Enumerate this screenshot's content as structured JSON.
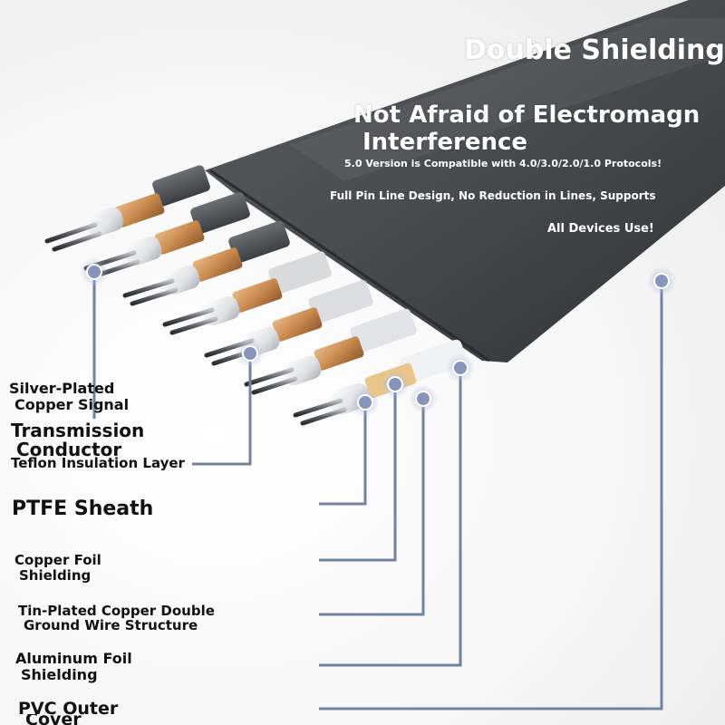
{
  "headline": {
    "title": "Double Shielding",
    "line1": "Not Afraid of Electromagn",
    "line2": "Interference"
  },
  "features": {
    "compat": "5.0 Version is Compatible with 4.0/3.0/2.0/1.0 Protocols!",
    "pins": "Full Pin Line Design, No Reduction in Lines, Supports",
    "devices": "All Devices Use!"
  },
  "labels": {
    "signal_line1": "Silver-Plated",
    "signal_line2": "Copper Signal",
    "conductor_line1": "Transmission",
    "conductor_line2": "Conductor",
    "teflon": "Teflon Insulation Layer",
    "ptfe": "PTFE Sheath",
    "copper_foil_line1": "Copper Foil",
    "copper_foil_line2": "Shielding",
    "ground_line1": "Tin-Plated Copper Double",
    "ground_line2": "Ground Wire Structure",
    "alu_line1": "Aluminum Foil",
    "alu_line2": "Shielding",
    "pvc_line1": "PVC Outer",
    "pvc_line2": "Cover"
  },
  "colors": {
    "cable_jacket": "#4a4d52",
    "copper": "#c98a4e",
    "aluminum": "#e4e6ea",
    "callout_line": "#7283a2",
    "label_text": "#111111"
  }
}
